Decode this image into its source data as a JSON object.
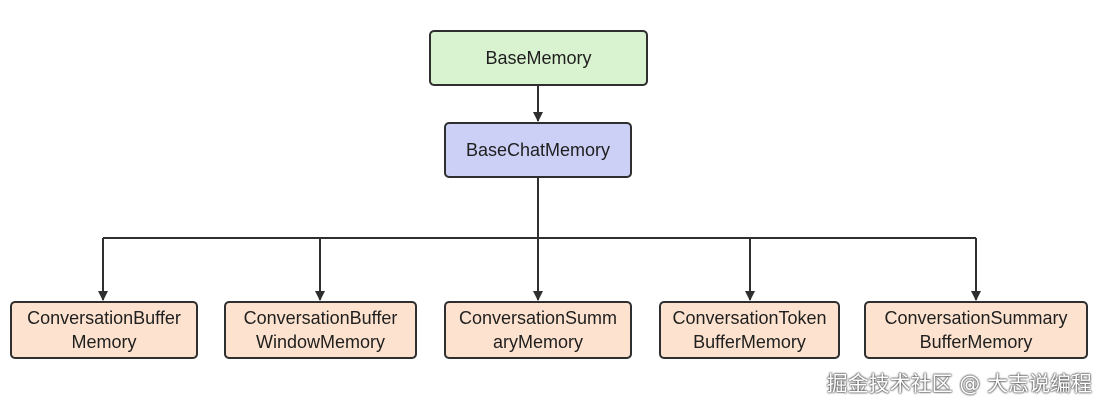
{
  "nodes": {
    "base_memory": "BaseMemory",
    "base_chat_memory": "BaseChatMemory",
    "children": [
      "ConversationBuffer\nMemory",
      "ConversationBuffer\nWindowMemory",
      "ConversationSumm\naryMemory",
      "ConversationToken\nBufferMemory",
      "ConversationSummary\nBufferMemory"
    ]
  },
  "edges": [
    [
      "BaseMemory",
      "BaseChatMemory"
    ],
    [
      "BaseChatMemory",
      "ConversationBufferMemory"
    ],
    [
      "BaseChatMemory",
      "ConversationBufferWindowMemory"
    ],
    [
      "BaseChatMemory",
      "ConversationSummaryMemory"
    ],
    [
      "BaseChatMemory",
      "ConversationTokenBufferMemory"
    ],
    [
      "BaseChatMemory",
      "ConversationSummaryBufferMemory"
    ]
  ],
  "colors": {
    "root_fill": "#d9f2d0",
    "chat_fill": "#ccd0f6",
    "leaf_fill": "#fde3cf",
    "stroke": "#2f2f2f"
  },
  "watermark": "掘金技术社区 @ 大志说编程"
}
